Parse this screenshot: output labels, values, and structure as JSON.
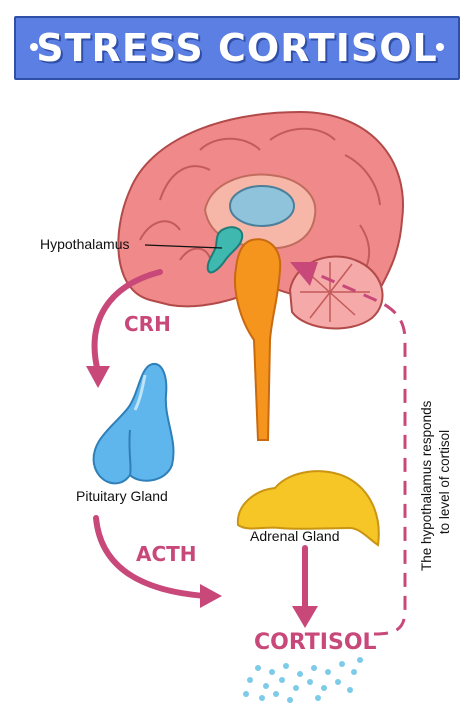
{
  "title": "STRESS CORTISOL",
  "labels": {
    "hypothalamus": "Hypothalamus",
    "pituitary": "Pituitary Gland",
    "adrenal": "Adrenal Gland",
    "crh": "CRH",
    "acth": "ACTH",
    "cortisol": "CORTISOL",
    "feedback_line1": "The hypothalamus responds",
    "feedback_line2": "to level of cortisol"
  },
  "colors": {
    "banner": "#5b7fe2",
    "arrow": "#c8487a",
    "brain": "#f08a8a",
    "brainstem": "#f6951e",
    "pituitary": "#5fb6ec",
    "adrenal": "#f6c526"
  }
}
